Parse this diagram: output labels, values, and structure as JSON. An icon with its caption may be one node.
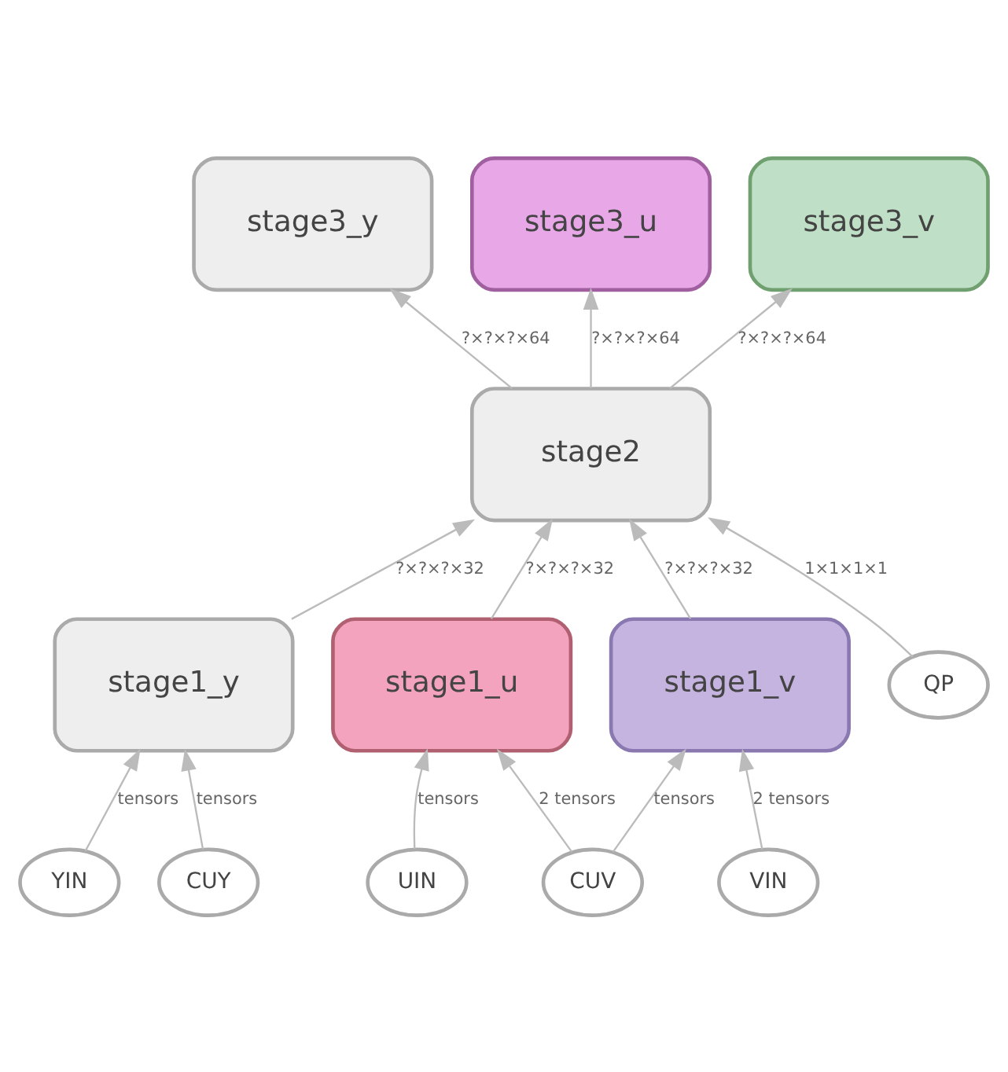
{
  "diagram": {
    "nodes": [
      {
        "text": [
          "stage3_y"
        ]
      },
      {
        "text": [
          "stage3_u"
        ]
      },
      {
        "text": [
          "stage3_v"
        ]
      },
      {
        "text": [
          "stage2"
        ]
      },
      {
        "text": [
          "stage1_y"
        ]
      },
      {
        "text": [
          "stage1_u"
        ]
      },
      {
        "text": [
          "stage1_v"
        ]
      },
      {
        "text": [
          "QP"
        ]
      },
      {
        "text": [
          "YIN"
        ]
      },
      {
        "text": [
          "CUY"
        ]
      },
      {
        "text": [
          "UIN"
        ]
      },
      {
        "text": [
          "VIN"
        ]
      },
      {
        "text": [
          "CUV"
        ]
      }
    ],
    "edges": [
      {
        "from": 3,
        "to": 0,
        "arrow": "to",
        "label": "?×?×?×64"
      },
      {
        "from": 3,
        "to": 1,
        "arrow": "to",
        "label": "?×?×?×64"
      },
      {
        "from": 3,
        "to": 2,
        "arrow": "to",
        "label": "?×?×?×64"
      },
      {
        "from": 4,
        "to": 3,
        "arrow": "to",
        "label": "?×?×?×32"
      },
      {
        "from": 5,
        "to": 3,
        "arrow": "to",
        "label": "?×?×?×32"
      },
      {
        "from": 6,
        "to": 3,
        "arrow": "to",
        "label": "?×?×?×32"
      },
      {
        "from": 7,
        "to": 3,
        "arrow": "to",
        "label": "1×1×1×1"
      },
      {
        "from": 8,
        "to": 4,
        "arrow": "to",
        "label": "tensors"
      },
      {
        "from": 9,
        "to": 4,
        "arrow": "to",
        "label": "tensors"
      },
      {
        "from": 10,
        "to": 5,
        "arrow": "to",
        "label": "tensors"
      },
      {
        "from": 11,
        "to": 6,
        "arrow": "to",
        "label": "2 tensors"
      },
      {
        "from": 12,
        "to": 5,
        "arrow": "to",
        "label": "2 tensors"
      },
      {
        "from": 12,
        "to": 6,
        "arrow": "to",
        "label": "tensors"
      }
    ]
  }
}
